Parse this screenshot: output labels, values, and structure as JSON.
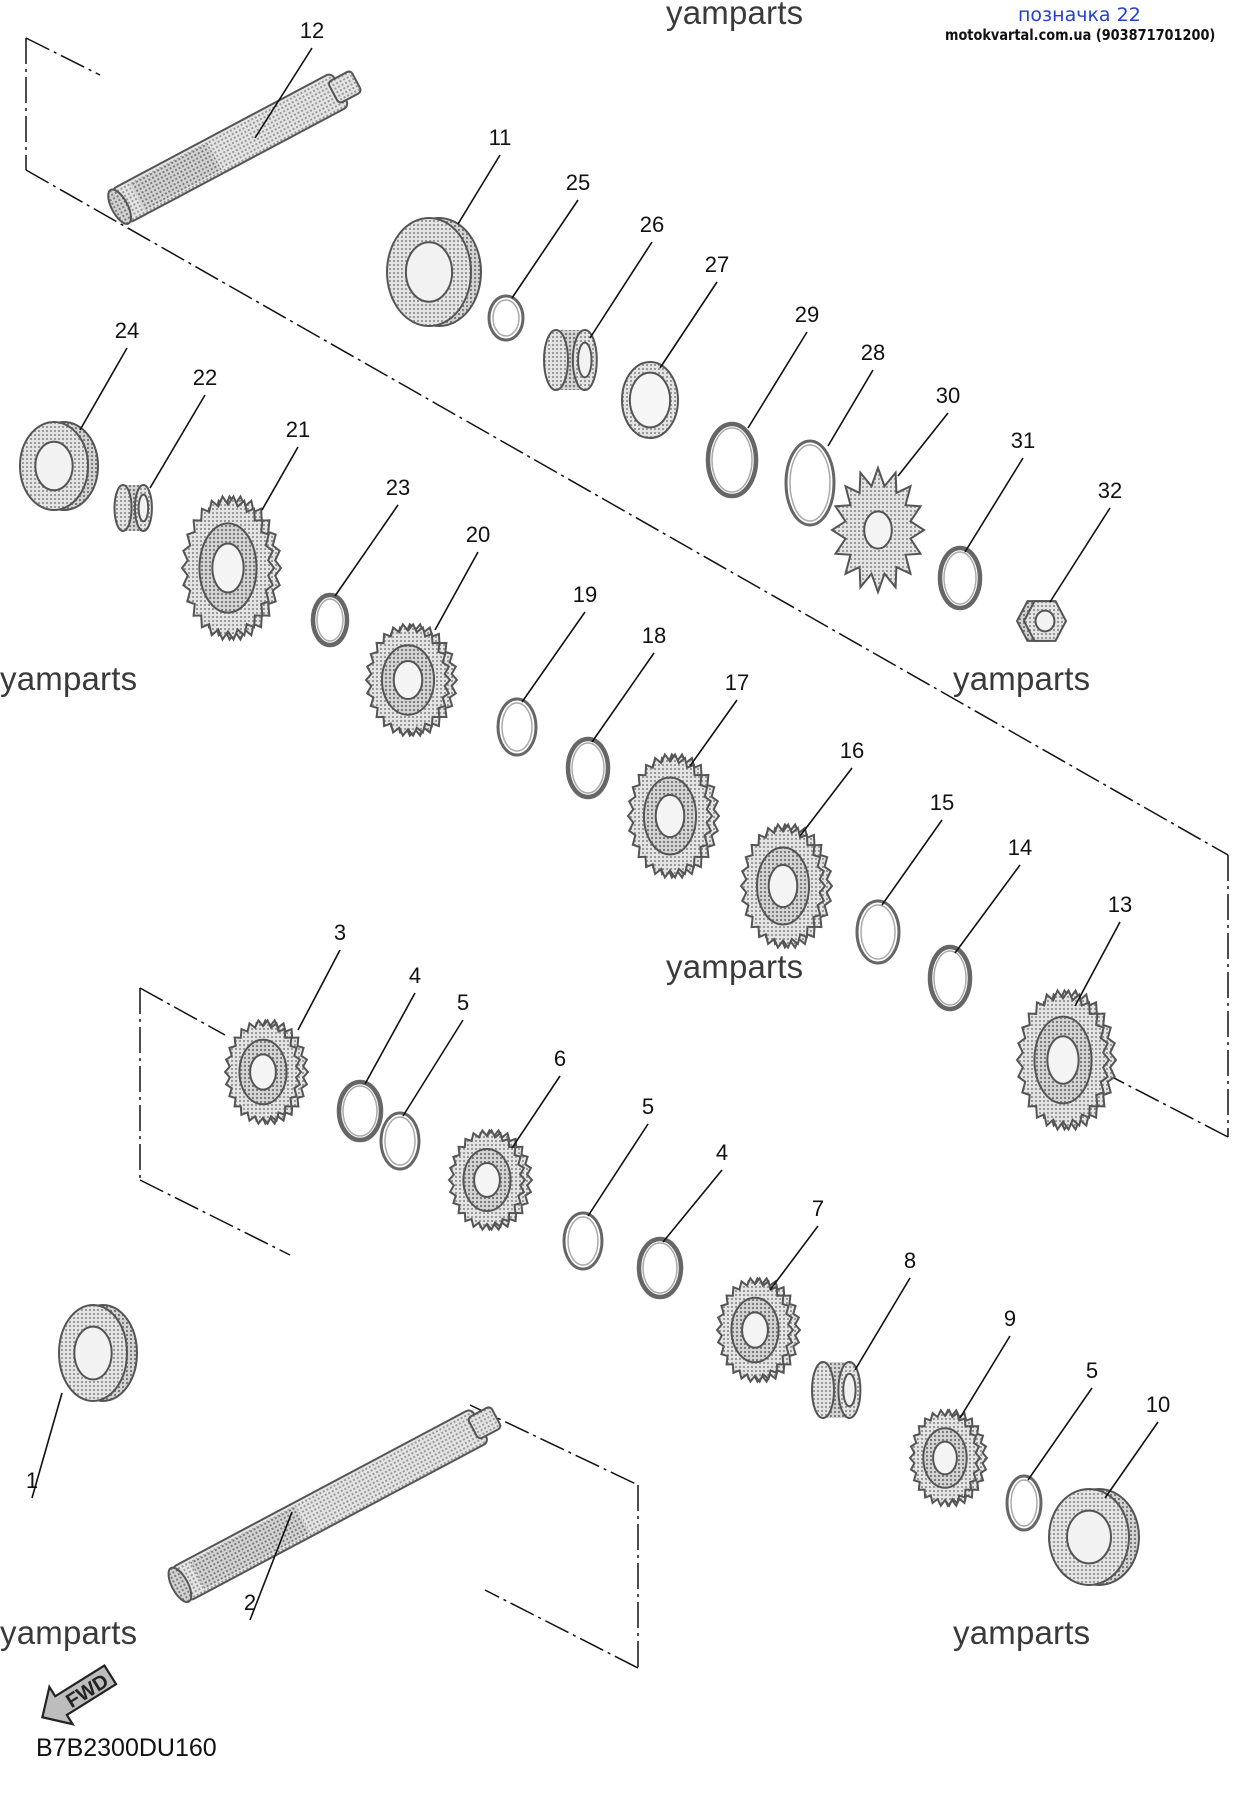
{
  "header": {
    "label": "позначка 22",
    "source": "motokvartal.com.ua (903871701200)"
  },
  "watermarks": [
    "yamparts",
    "yamparts",
    "yamparts",
    "yamparts",
    "yamparts",
    "yamparts"
  ],
  "fwd_label": "FWD",
  "diagram_code": "B7B2300DU160",
  "parts": [
    {
      "id": "p1",
      "label": "1",
      "kind": "bearing"
    },
    {
      "id": "p2",
      "label": "2",
      "kind": "shaft"
    },
    {
      "id": "p3",
      "label": "3",
      "kind": "gear"
    },
    {
      "id": "p4a",
      "label": "4",
      "kind": "ring"
    },
    {
      "id": "p5a",
      "label": "5",
      "kind": "clip"
    },
    {
      "id": "p6",
      "label": "6",
      "kind": "gear"
    },
    {
      "id": "p5b",
      "label": "5",
      "kind": "clip"
    },
    {
      "id": "p4b",
      "label": "4",
      "kind": "ring"
    },
    {
      "id": "p7",
      "label": "7",
      "kind": "gear"
    },
    {
      "id": "p8",
      "label": "8",
      "kind": "collar"
    },
    {
      "id": "p9",
      "label": "9",
      "kind": "gear"
    },
    {
      "id": "p5c",
      "label": "5",
      "kind": "clip"
    },
    {
      "id": "p10",
      "label": "10",
      "kind": "bearing"
    },
    {
      "id": "p11",
      "label": "11",
      "kind": "bearing"
    },
    {
      "id": "p12",
      "label": "12",
      "kind": "shaft"
    },
    {
      "id": "p13",
      "label": "13",
      "kind": "gear"
    },
    {
      "id": "p14",
      "label": "14",
      "kind": "ring"
    },
    {
      "id": "p15",
      "label": "15",
      "kind": "clip"
    },
    {
      "id": "p16",
      "label": "16",
      "kind": "gear"
    },
    {
      "id": "p17",
      "label": "17",
      "kind": "gear"
    },
    {
      "id": "p18",
      "label": "18",
      "kind": "ring"
    },
    {
      "id": "p19",
      "label": "19",
      "kind": "clip"
    },
    {
      "id": "p20",
      "label": "20",
      "kind": "gear"
    },
    {
      "id": "p21",
      "label": "21",
      "kind": "gear"
    },
    {
      "id": "p22",
      "label": "22",
      "kind": "collar"
    },
    {
      "id": "p23",
      "label": "23",
      "kind": "ring"
    },
    {
      "id": "p24",
      "label": "24",
      "kind": "bearing"
    },
    {
      "id": "p25",
      "label": "25",
      "kind": "clip"
    },
    {
      "id": "p26",
      "label": "26",
      "kind": "collar"
    },
    {
      "id": "p27",
      "label": "27",
      "kind": "seal"
    },
    {
      "id": "p28",
      "label": "28",
      "kind": "clip"
    },
    {
      "id": "p29",
      "label": "29",
      "kind": "ring"
    },
    {
      "id": "p30",
      "label": "30",
      "kind": "sprocket"
    },
    {
      "id": "p31",
      "label": "31",
      "kind": "washer"
    },
    {
      "id": "p32",
      "label": "32",
      "kind": "nut"
    }
  ]
}
